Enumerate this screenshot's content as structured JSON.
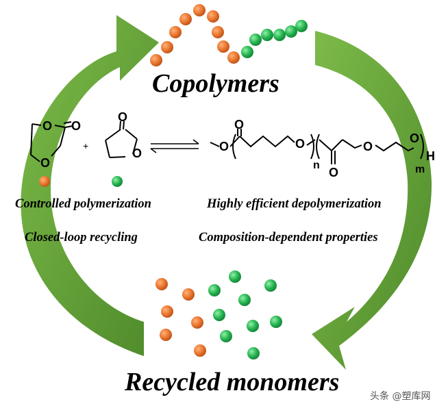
{
  "labels": {
    "top_title": "Copolymers",
    "bottom_title": "Recycled monomers",
    "features": {
      "left_1": "Controlled polymerization",
      "left_2": "Closed-loop recycling",
      "right_1": "Highly efficient depolymerization",
      "right_2": "Composition-dependent properties"
    }
  },
  "chemistry": {
    "atom_O": "O",
    "atom_H": "H",
    "plus": "+",
    "subscript_n": "n",
    "subscript_m": "m"
  },
  "watermark": {
    "brand": "头条",
    "handle": "@塑库网"
  },
  "colors": {
    "arrow_green": "#6aaa3c",
    "arrow_green_dark": "#4e8a2a",
    "monomer_orange": "#e8732b",
    "monomer_green": "#22b14c",
    "text": "#000000"
  }
}
